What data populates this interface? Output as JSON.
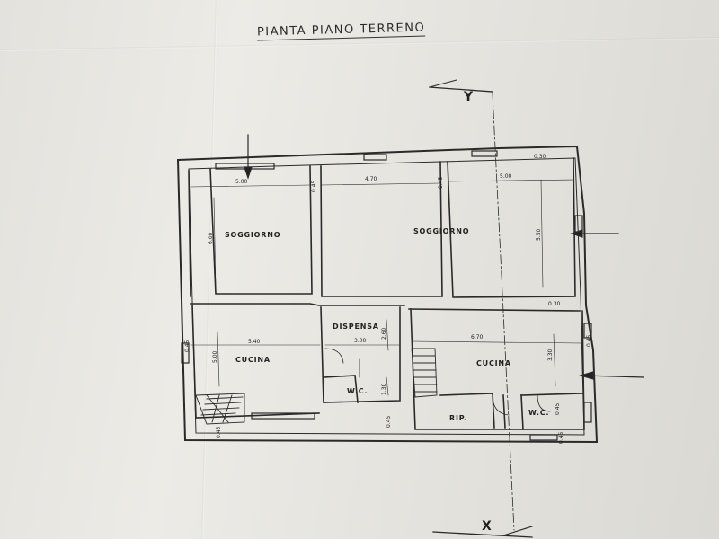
{
  "title": "PIANTA PIANO TERRENO",
  "axes": {
    "y": "Y",
    "x": "X"
  },
  "rooms": {
    "soggiorno_left": "SOGGIORNO",
    "soggiorno_center": "SOGGIORNO",
    "cucina_left": "CUCINA",
    "dispensa": "DISPENSA",
    "wc_left": "W.C.",
    "cucina_right": "CUCINA",
    "rip": "RIP.",
    "wc_right": "W.C."
  },
  "dimensions": {
    "d1": "5.00",
    "d2": "4.70",
    "d3": "5.00",
    "d4": "6.00",
    "d5": "5.50",
    "d6": "5.40",
    "d7": "3.00",
    "d8": "6.70",
    "d9": "5.00",
    "d10": "3.30",
    "d11": "2.60",
    "d12": "1.30",
    "d13": "0.45",
    "d14": "0.45",
    "d15": "0.45",
    "d16": "0.45",
    "d17": "0.30",
    "d18": "0.30",
    "d19": "0.45",
    "d20": "0.45",
    "d21": "0.45",
    "d22": "0.45"
  }
}
